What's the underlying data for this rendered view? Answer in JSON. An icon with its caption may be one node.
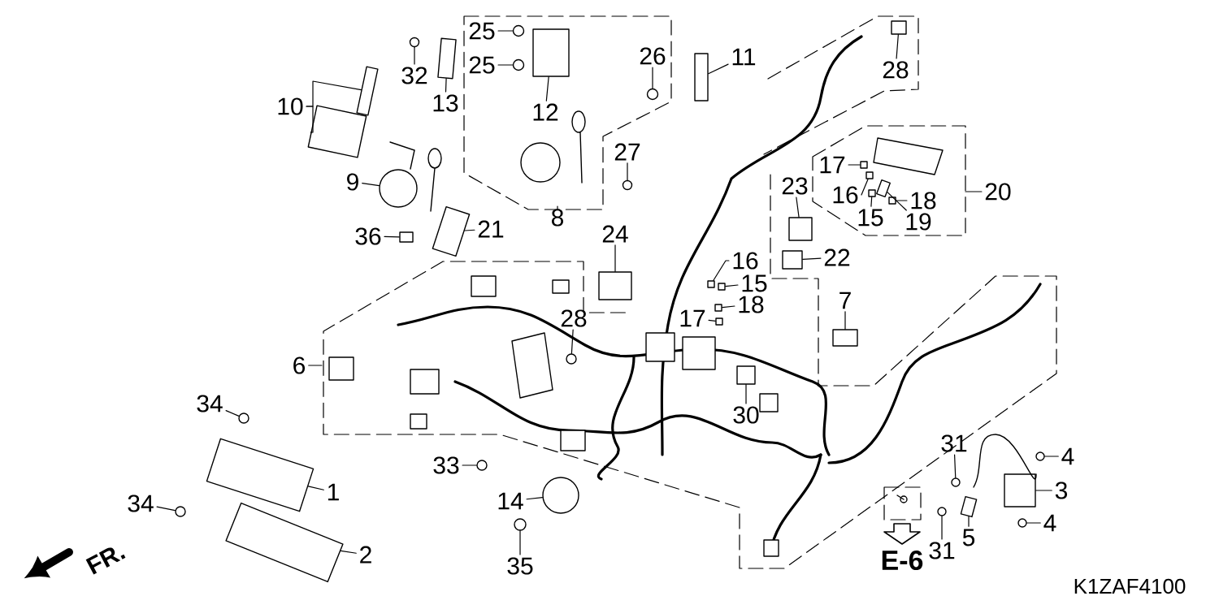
{
  "diagram": {
    "nodes": [
      {
        "text": [
          "10"
        ]
      },
      {
        "text": [
          "32"
        ]
      },
      {
        "text": [
          "13"
        ]
      },
      {
        "text": [
          "25"
        ]
      },
      {
        "text": [
          "25"
        ]
      },
      {
        "text": [
          "12"
        ]
      },
      {
        "text": [
          "26"
        ]
      },
      {
        "text": [
          "11"
        ]
      },
      {
        "text": [
          "28"
        ]
      },
      {
        "text": [
          "27"
        ]
      },
      {
        "text": [
          "9"
        ]
      },
      {
        "text": [
          "21"
        ]
      },
      {
        "text": [
          "36"
        ]
      },
      {
        "text": [
          "8"
        ]
      },
      {
        "text": [
          "24"
        ]
      },
      {
        "text": [
          "16"
        ]
      },
      {
        "text": [
          "15"
        ]
      },
      {
        "text": [
          "18"
        ]
      },
      {
        "text": [
          "17"
        ]
      },
      {
        "text": [
          "16"
        ]
      },
      {
        "text": [
          "15"
        ]
      },
      {
        "text": [
          "17"
        ]
      },
      {
        "text": [
          "18"
        ]
      },
      {
        "text": [
          "19"
        ]
      },
      {
        "text": [
          "20"
        ]
      },
      {
        "text": [
          "23"
        ]
      },
      {
        "text": [
          "22"
        ]
      },
      {
        "text": [
          "7"
        ]
      },
      {
        "text": [
          "6"
        ]
      },
      {
        "text": [
          "28"
        ]
      },
      {
        "text": [
          "34"
        ]
      },
      {
        "text": [
          "1"
        ]
      },
      {
        "text": [
          "34"
        ]
      },
      {
        "text": [
          "2"
        ]
      },
      {
        "text": [
          "33"
        ]
      },
      {
        "text": [
          "14"
        ]
      },
      {
        "text": [
          "35"
        ]
      },
      {
        "text": [
          "30"
        ]
      },
      {
        "text": [
          "31"
        ]
      },
      {
        "text": [
          "4"
        ]
      },
      {
        "text": [
          "3"
        ]
      },
      {
        "text": [
          "31"
        ]
      },
      {
        "text": [
          "5"
        ]
      },
      {
        "text": [
          "4"
        ]
      },
      {
        "text": [],
        "shape": "box"
      },
      {
        "text": [],
        "shape": "box"
      },
      {
        "text": [],
        "shape": "circle"
      },
      {
        "text": [],
        "shape": "box"
      },
      {
        "text": [],
        "shape": "circle"
      },
      {
        "text": [],
        "shape": "circle"
      },
      {
        "text": [],
        "shape": "box"
      },
      {
        "text": [],
        "shape": "circle"
      },
      {
        "text": [],
        "shape": "box"
      },
      {
        "text": [],
        "shape": "box"
      },
      {
        "text": [],
        "shape": "circle"
      },
      {
        "text": [],
        "shape": "circle"
      },
      {
        "text": [],
        "shape": "box"
      },
      {
        "text": [],
        "shape": "box"
      },
      {
        "text": [],
        "shape": "box"
      },
      {
        "text": [],
        "shape": "box"
      },
      {
        "text": [],
        "shape": "box"
      },
      {
        "text": [],
        "shape": "box"
      },
      {
        "text": [],
        "shape": "box"
      },
      {
        "text": [],
        "shape": "box"
      },
      {
        "text": [],
        "shape": "box"
      },
      {
        "text": [],
        "shape": "box"
      },
      {
        "text": [],
        "shape": "box"
      },
      {
        "text": [],
        "shape": "box"
      },
      {
        "text": [],
        "shape": "box"
      },
      {
        "text": [],
        "shape": "box"
      },
      {
        "text": [],
        "shape": "box"
      },
      {
        "text": [],
        "shape": "circle"
      },
      {
        "text": [],
        "shape": "circle"
      },
      {
        "text": [],
        "shape": "box"
      },
      {
        "text": [],
        "shape": "circle"
      },
      {
        "text": [],
        "shape": "box"
      },
      {
        "text": [],
        "shape": "circle"
      },
      {
        "text": [],
        "shape": "circle"
      },
      {
        "text": [],
        "shape": "circle"
      },
      {
        "text": [],
        "shape": "box"
      },
      {
        "text": [],
        "shape": "circle"
      },
      {
        "text": [],
        "shape": "circle"
      },
      {
        "text": [],
        "shape": "box"
      },
      {
        "text": [],
        "shape": "circle"
      },
      {
        "text": [],
        "shape": "box"
      },
      {
        "text": [],
        "shape": "circle"
      }
    ],
    "edges": [
      {
        "from": 0,
        "to": 44,
        "arrow": "none"
      },
      {
        "from": 1,
        "to": 46,
        "arrow": "none"
      },
      {
        "from": 2,
        "to": 47,
        "arrow": "none"
      },
      {
        "from": 3,
        "to": 48,
        "arrow": "none"
      },
      {
        "from": 4,
        "to": 49,
        "arrow": "none"
      },
      {
        "from": 5,
        "to": 50,
        "arrow": "none"
      },
      {
        "from": 6,
        "to": 51,
        "arrow": "none"
      },
      {
        "from": 7,
        "to": 52,
        "arrow": "none"
      },
      {
        "from": 8,
        "to": 53,
        "arrow": "none"
      },
      {
        "from": 9,
        "to": 54,
        "arrow": "none"
      },
      {
        "from": 10,
        "to": 55,
        "arrow": "none"
      },
      {
        "from": 11,
        "to": 56,
        "arrow": "none"
      },
      {
        "from": 12,
        "to": 57,
        "arrow": "none"
      },
      {
        "from": 13,
        "to": null,
        "arrow": "none"
      },
      {
        "from": 14,
        "to": 58,
        "arrow": "none"
      },
      {
        "from": 15,
        "to": 59,
        "arrow": "none"
      },
      {
        "from": 16,
        "to": 60,
        "arrow": "none"
      },
      {
        "from": 17,
        "to": 61,
        "arrow": "none"
      },
      {
        "from": 18,
        "to": 62,
        "arrow": "none"
      },
      {
        "from": 19,
        "to": 63,
        "arrow": "none"
      },
      {
        "from": 20,
        "to": 64,
        "arrow": "none"
      },
      {
        "from": 21,
        "to": 65,
        "arrow": "none"
      },
      {
        "from": 22,
        "to": 66,
        "arrow": "none"
      },
      {
        "from": 23,
        "to": 67,
        "arrow": "none"
      },
      {
        "from": 24,
        "to": null,
        "arrow": "none"
      },
      {
        "from": 25,
        "to": 68,
        "arrow": "none"
      },
      {
        "from": 26,
        "to": 69,
        "arrow": "none"
      },
      {
        "from": 27,
        "to": 70,
        "arrow": "none"
      },
      {
        "from": 28,
        "to": null,
        "arrow": "none"
      },
      {
        "from": 29,
        "to": 71,
        "arrow": "none"
      },
      {
        "from": 30,
        "to": 72,
        "arrow": "none"
      },
      {
        "from": 31,
        "to": 73,
        "arrow": "none"
      },
      {
        "from": 32,
        "to": 74,
        "arrow": "none"
      },
      {
        "from": 33,
        "to": 75,
        "arrow": "none"
      },
      {
        "from": 34,
        "to": 76,
        "arrow": "none"
      },
      {
        "from": 35,
        "to": 77,
        "arrow": "none"
      },
      {
        "from": 36,
        "to": 78,
        "arrow": "none"
      },
      {
        "from": 37,
        "to": 79,
        "arrow": "none"
      },
      {
        "from": 38,
        "to": 80,
        "arrow": "none"
      },
      {
        "from": 39,
        "to": 81,
        "arrow": "none"
      },
      {
        "from": 40,
        "to": 82,
        "arrow": "none"
      },
      {
        "from": 41,
        "to": 83,
        "arrow": "none"
      },
      {
        "from": 42,
        "to": 84,
        "arrow": "none"
      },
      {
        "from": 43,
        "to": 85,
        "arrow": "none"
      },
      {
        "from": 0,
        "to": 45,
        "arrow": "none"
      }
    ],
    "labels": [
      "FR.",
      "E-6",
      "K1ZAF4100"
    ]
  }
}
